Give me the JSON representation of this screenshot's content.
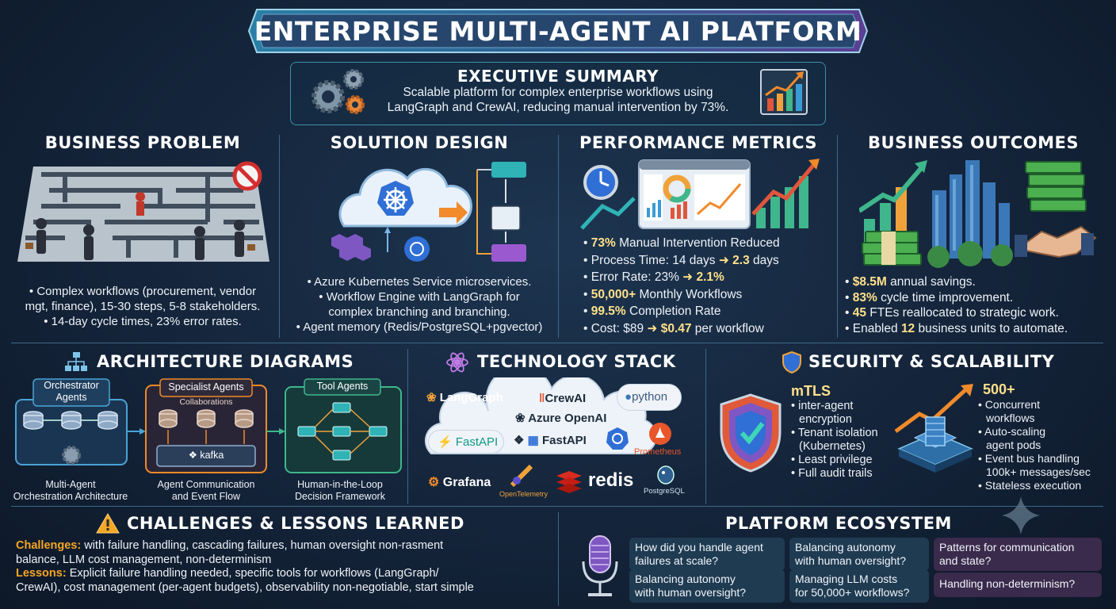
{
  "title": "ENTERPRISE MULTI-AGENT AI PLATFORM",
  "executive_summary": {
    "heading": "EXECUTIVE SUMMARY",
    "line1": "Scalable platform for complex enterprise workflows using",
    "line2": "LangGraph and CrewAI, reducing manual intervention by 73%."
  },
  "business_problem": {
    "heading": "BUSINESS PROBLEM",
    "line1": "Complex workflows (procurement, vendor",
    "line2": "mgt, finance), 15-30 steps, 5-8 stakeholders.",
    "line3": "14-day cycle times, 23% error rates."
  },
  "solution_design": {
    "heading": "SOLUTION DESIGN",
    "line1": "Azure Kubernetes Service microservices.",
    "line2": "Workflow Engine with LangGraph for",
    "line3": "complex branching and branching.",
    "line4": "Agent memory (Redis/PostgreSQL+pgvector)"
  },
  "performance_metrics": {
    "heading": "PERFORMANCE METRICS",
    "m1_hl": "73%",
    "m1_rest": " Manual Intervention Reduced",
    "m2_pre": "Process Time: 14 days ",
    "m2_hl": "2.3",
    "m2_rest": " days",
    "m3_pre": "Error Rate: 23% ",
    "m3_hl": "2.1%",
    "m4_hl": "50,000+",
    "m4_rest": " Monthly Workflows",
    "m5_hl": "99.5%",
    "m5_rest": " Completion Rate",
    "m6_pre": "Cost: $89 ",
    "m6_hl": "$0.47",
    "m6_rest": " per workflow",
    "arrow": "➜"
  },
  "business_outcomes": {
    "heading": "BUSINESS OUTCOMES",
    "o1_hl": "$8.5M",
    "o1_rest": " annual savings.",
    "o2_hl": "83%",
    "o2_rest": " cycle time improvement.",
    "o3_hl": "45",
    "o3_rest": " FTEs reallocated to strategic work.",
    "o4_pre": "Enabled ",
    "o4_hl": "12",
    "o4_rest": " business units to automate."
  },
  "architecture": {
    "heading": "ARCHITECTURE DIAGRAMS",
    "orchestrator_label": "Orchestrator\nAgents",
    "specialist_label": "Specialist Agents",
    "collaborations": "Collaborations",
    "kafka": "kafka",
    "tool_label": "Tool Agents",
    "cap1": "Multi-Agent\nOrchestration Architecture",
    "cap2": "Agent Communication\nand Event Flow",
    "cap3": "Human-in-the-Loop\nDecision Framework"
  },
  "tech_stack": {
    "heading": "TECHNOLOGY STACK",
    "langgraph": "LangGraph",
    "crewai": "CrewAI",
    "python": "python",
    "azure_openai": "Azure OpenAI",
    "fastapi1": "FastAPI",
    "fastapi2": "FastAPI",
    "prometheus": "Prometheus",
    "grafana": "Grafana",
    "opentelemetry": "OpenTelemetry",
    "redis": "redis",
    "postgresql": "PostgreSQL"
  },
  "security": {
    "heading": "SECURITY & SCALABILITY",
    "mtls": "mTLS",
    "s1": "inter-agent",
    "s1b": "encryption",
    "s2": "Tenant isolation",
    "s2b": "(Kubernetes)",
    "s3": "Least privilege",
    "s4": "Full audit trails",
    "big": "500+",
    "r1": "Concurrent",
    "r1b": "workflows",
    "r2": "Auto-scaling",
    "r2b": "agent pods",
    "r3": "Event bus handling",
    "r3b": "100k+ messages/sec",
    "r4": "Stateless execution"
  },
  "challenges": {
    "heading": "CHALLENGES & LESSONS LEARNED",
    "c_label": "Challenges:",
    "c_text1": " with failure handling, cascading failures, human oversight non-rasment",
    "c_text2": "balance, LLM cost management, non-determinism",
    "l_label": "Lessons:",
    "l_text1": " Explicit failure handling needed, specific tools for workflows (LangGraph/",
    "l_text2": "CrewAI), cost management (per-agent budgets), observability non-negotiable, start simple"
  },
  "ecosystem": {
    "heading": "PLATFORM ECOSYSTEM",
    "q1": "How did you handle agent\nfailures at scale?",
    "q2": "Balancing autonomy\nwith human oversight?",
    "q3": "Patterns for communication\nand state?",
    "q4": "Balancing autonomy\nwith human oversight?",
    "q5": "Managing LLM costs\nfor 50,000+ workflows?",
    "q6": "Handling non-determinism?"
  },
  "colors": {
    "accent_teal": "#2fb3b6",
    "accent_orange": "#f08a2a",
    "highlight": "#ffe08a",
    "challenge_orange": "#f5a623",
    "purple": "#7e57c2"
  }
}
